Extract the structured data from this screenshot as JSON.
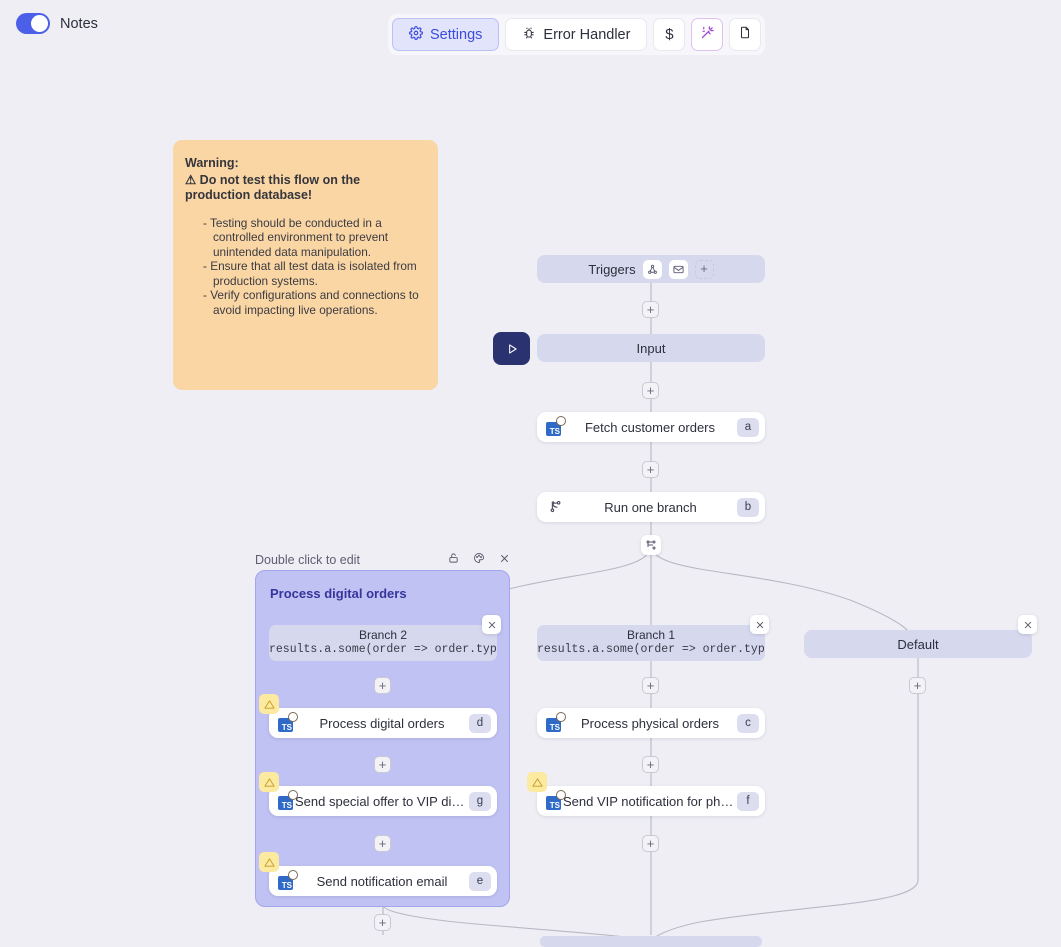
{
  "topbar": {
    "notes_toggle_label": "Notes",
    "settings_label": "Settings",
    "error_handler_label": "Error Handler",
    "dollar_label": "$",
    "accent": "#3b4ae0"
  },
  "note": {
    "title": "Warning:",
    "headline": "⚠ Do not test this flow on the production database!",
    "bullets": [
      "-  Testing should be conducted in a controlled environment to prevent unintended data manipulation.",
      "-  Ensure that all test data is isolated from production systems.",
      "-  Verify configurations and connections to avoid impacting live operations."
    ],
    "bg": "#fad6a5"
  },
  "graph": {
    "triggers": {
      "label": "Triggers"
    },
    "input": {
      "label": "Input"
    },
    "fetch": {
      "label": "Fetch customer orders",
      "badge": "a"
    },
    "run_one_branch": {
      "label": "Run one branch",
      "badge": "b"
    },
    "branches": [
      {
        "name": "Branch 2",
        "expr": "results.a.some(order => order.type"
      },
      {
        "name": "Branch 1",
        "expr": "results.a.some(order => order.type"
      },
      {
        "name": "Default",
        "expr": ""
      }
    ],
    "group": {
      "header_hint": "Double click to edit",
      "title": "Process digital orders",
      "nodes": [
        {
          "label": "Process digital orders",
          "badge": "d",
          "warning": true
        },
        {
          "label": "Send special offer to VIP digital c...",
          "badge": "g",
          "warning": true
        },
        {
          "label": "Send notification email",
          "badge": "e",
          "warning": true
        }
      ]
    },
    "middle_nodes": [
      {
        "label": "Process physical orders",
        "badge": "c",
        "warning": false
      },
      {
        "label": "Send VIP notification for physical...",
        "badge": "f",
        "warning": true
      }
    ]
  }
}
